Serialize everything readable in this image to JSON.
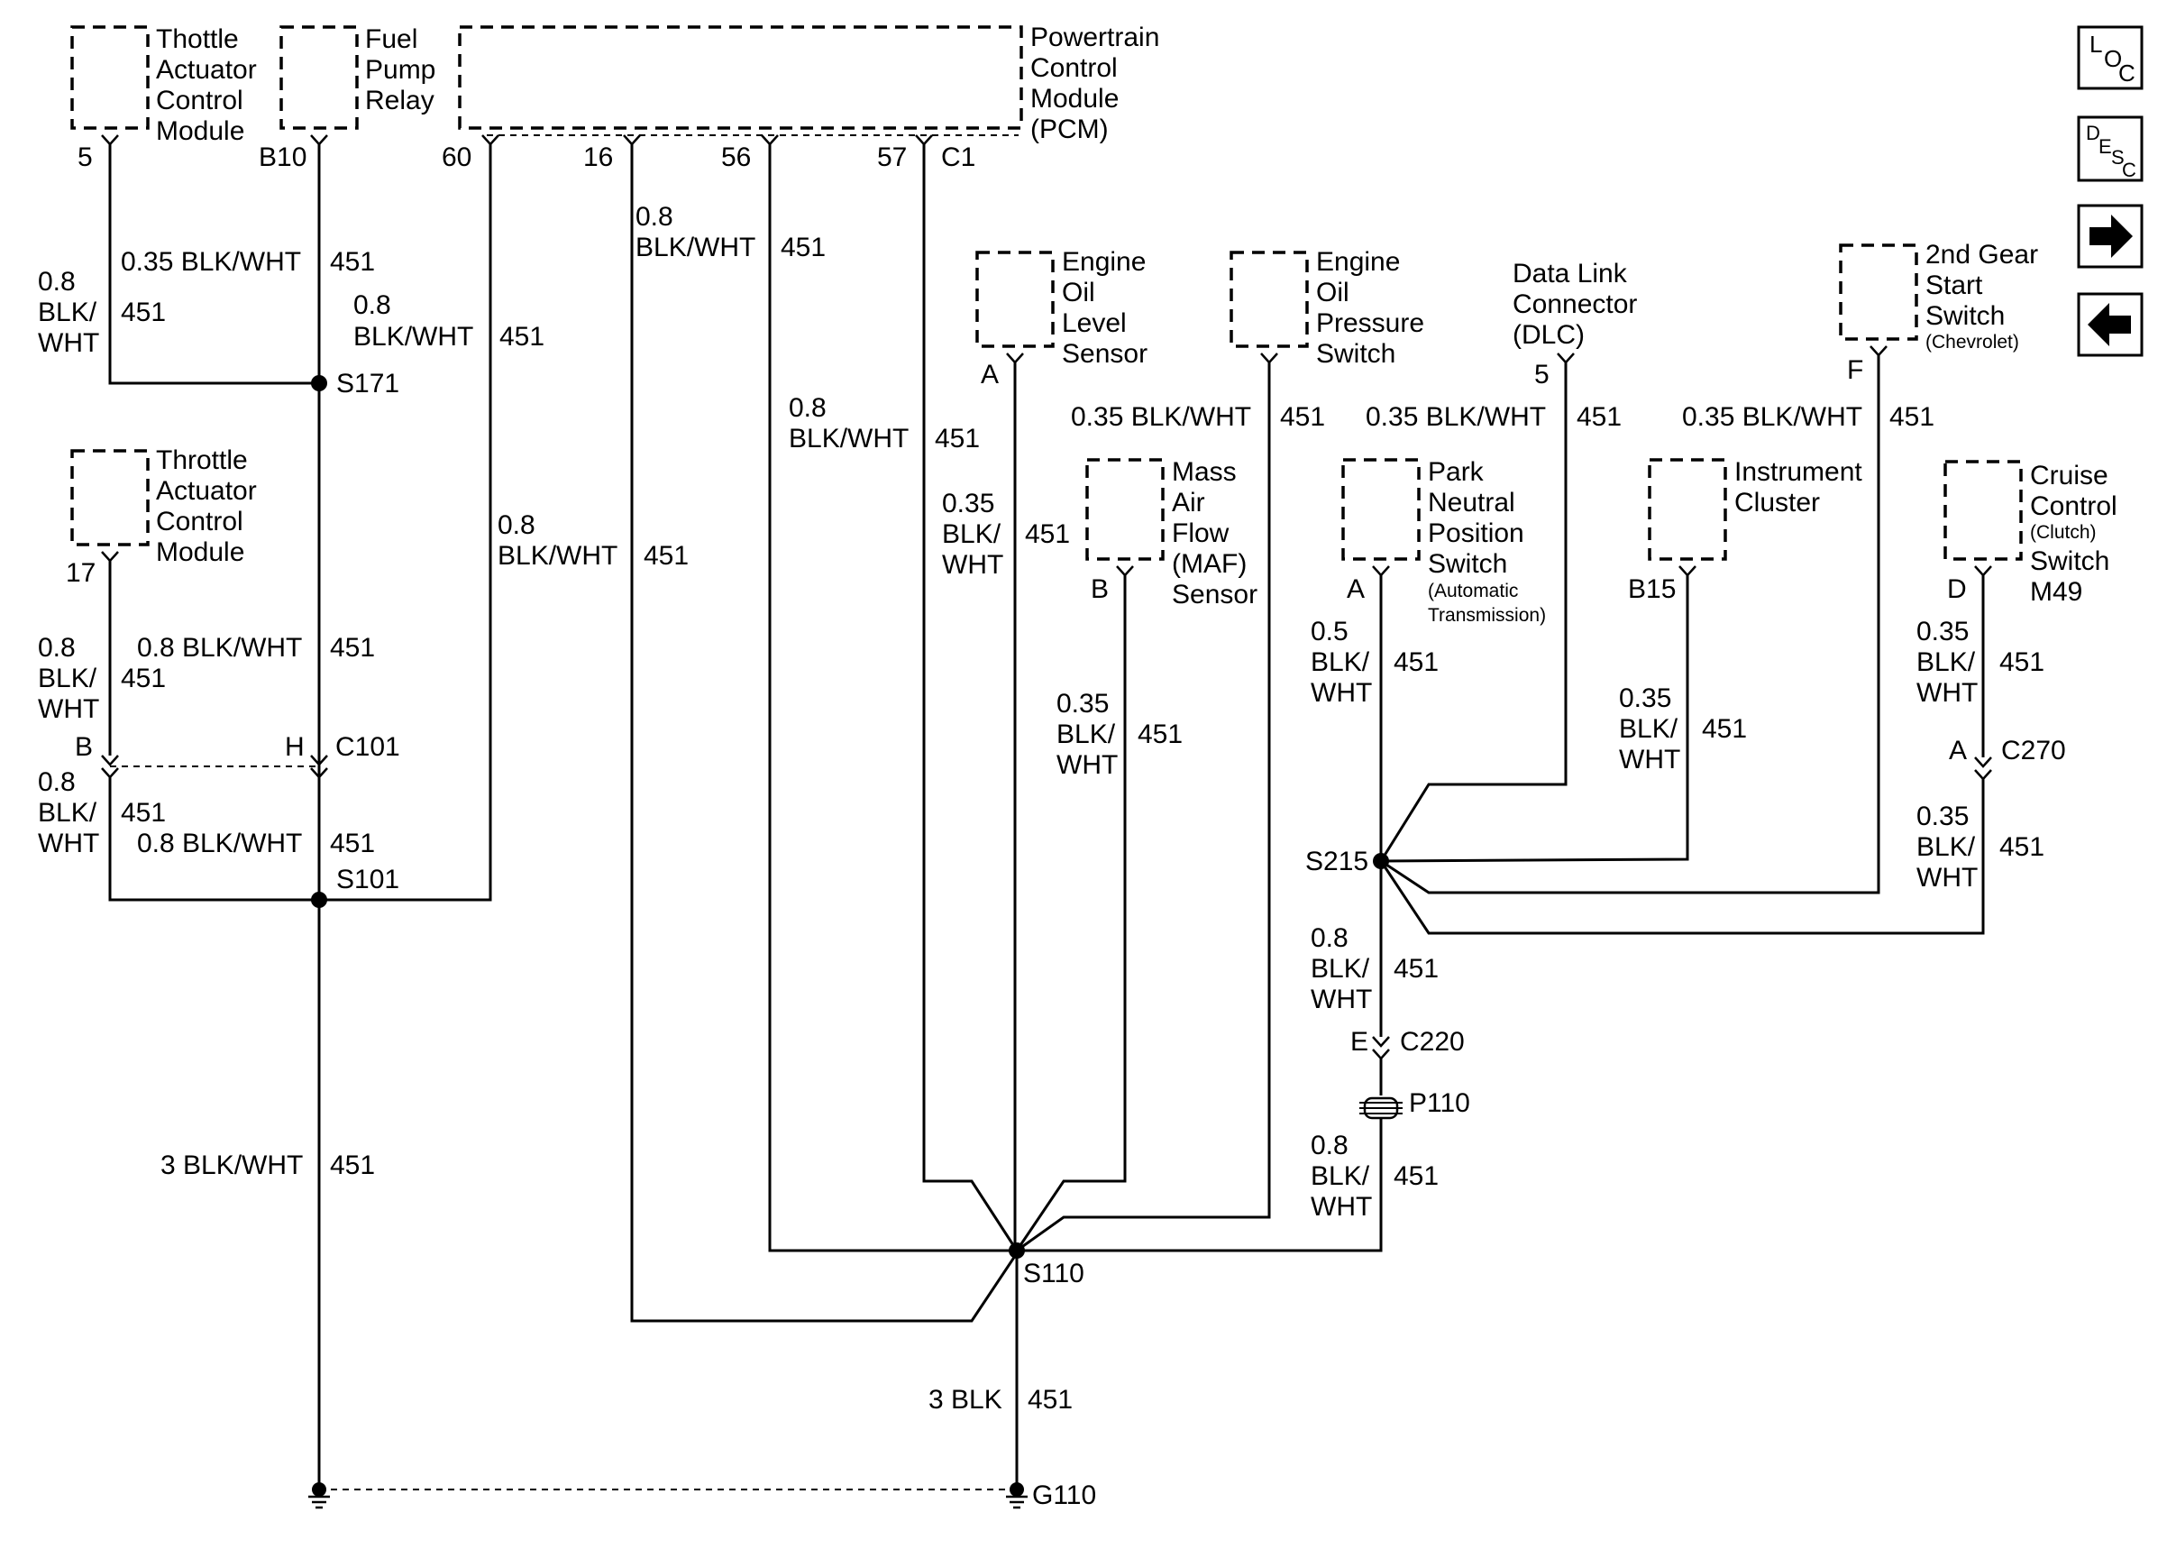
{
  "components": {
    "tac_module_top": [
      "Thottle",
      "Actuator",
      "Control",
      "Module"
    ],
    "fuel_pump_relay": [
      "Fuel",
      "Pump",
      "Relay"
    ],
    "pcm": [
      "Powertrain",
      "Control",
      "Module",
      "(PCM)"
    ],
    "tac_module_mid": [
      "Throttle",
      "Actuator",
      "Control",
      "Module"
    ],
    "engine_oil_level_sensor": [
      "Engine",
      "Oil",
      "Level",
      "Sensor"
    ],
    "engine_oil_pressure_switch": [
      "Engine",
      "Oil",
      "Pressure",
      "Switch"
    ],
    "dlc": [
      "Data Link",
      "Connector",
      "(DLC)"
    ],
    "second_gear_start_switch": [
      "2nd Gear",
      "Start",
      "Switch"
    ],
    "second_gear_start_note": "(Chevrolet)",
    "maf_sensor": [
      "Mass",
      "Air",
      "Flow",
      "(MAF)",
      "Sensor"
    ],
    "park_neutral_switch": [
      "Park",
      "Neutral",
      "Position",
      "Switch"
    ],
    "park_neutral_note": [
      "(Automatic",
      "Transmission)"
    ],
    "instrument_cluster": [
      "Instrument",
      "Cluster"
    ],
    "cruise_control": [
      "Cruise",
      "Control"
    ],
    "cruise_control_note": "(Clutch)",
    "cruise_control_sub": [
      "Switch",
      "M49"
    ]
  },
  "pins": {
    "tac_top": "5",
    "fuel_pump": "B10",
    "pcm_60": "60",
    "pcm_16": "16",
    "pcm_56": "56",
    "pcm_57": "57",
    "pcm_c1": "C1",
    "tac_mid": "17",
    "eol": "A",
    "dlc": "5",
    "second_gear": "F",
    "maf": "B",
    "pnp": "A",
    "ic": "B15",
    "cruise": "D",
    "c101_b": "B",
    "c101_h": "H",
    "c270_a": "A",
    "c220_e": "E"
  },
  "connectors": {
    "c101": "C101",
    "c270": "C270",
    "c220": "C220",
    "p110": "P110"
  },
  "splices": {
    "s171": "S171",
    "s101": "S101",
    "s110": "S110",
    "s215": "S215"
  },
  "ground": "G110",
  "wire": {
    "size_008": "0.8",
    "size_0035": "0.35",
    "size_05": "0.5",
    "blk_wht": "BLK/WHT",
    "blk_slash": "BLK/",
    "wht": "WHT",
    "circuit": "451",
    "w_035_bw": "0.35 BLK/WHT",
    "w_08_bw": "0.8 BLK/WHT",
    "w_3_bw": "3 BLK/WHT",
    "w_3_blk": "3 BLK"
  },
  "nav": {
    "loc_letters": [
      "L",
      "O",
      "C"
    ],
    "desc_letters": [
      "D",
      "E",
      "S",
      "C"
    ],
    "next_symbol": "→",
    "prev_symbol": "←"
  }
}
